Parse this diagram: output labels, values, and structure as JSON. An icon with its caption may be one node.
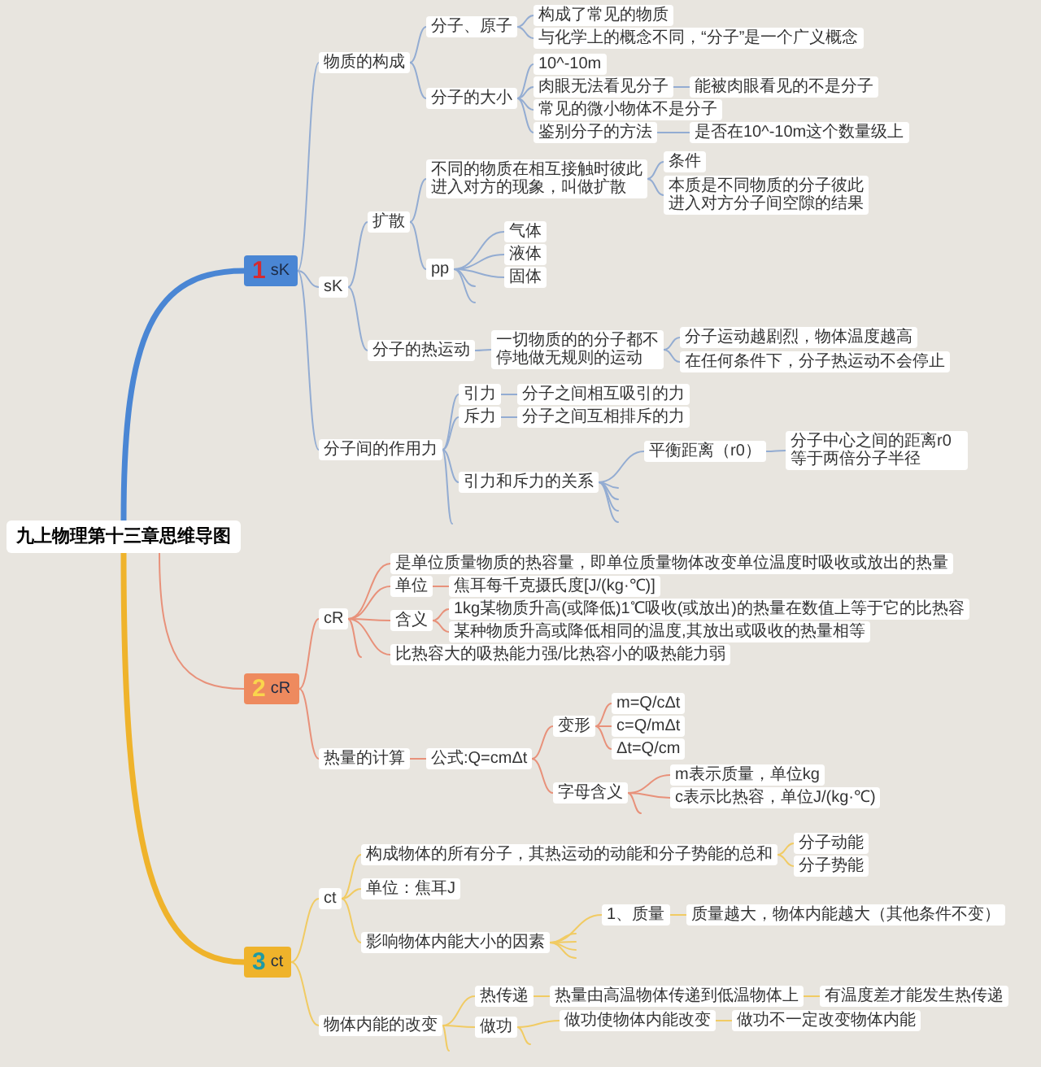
{
  "diagram": {
    "nodes": [
      {
        "text": [
          "九上物理第十三章思维导图"
        ]
      },
      {
        "text": [
          "1",
          "sK"
        ]
      },
      {
        "text": [
          "物质的构成"
        ]
      },
      {
        "text": [
          "分子、原子"
        ]
      },
      {
        "text": [
          "构成了常见的物质"
        ]
      },
      {
        "text": [
          "与化学上的概念不同，“分子”是一个广义概念"
        ]
      },
      {
        "text": [
          "分子的大小"
        ]
      },
      {
        "text": [
          "10^-10m"
        ]
      },
      {
        "text": [
          "肉眼无法看见分子"
        ]
      },
      {
        "text": [
          "能被肉眼看见的不是分子"
        ]
      },
      {
        "text": [
          "常见的微小物体不是分子"
        ]
      },
      {
        "text": [
          "鉴别分子的方法"
        ]
      },
      {
        "text": [
          "是否在10^-10m这个数量级上"
        ]
      },
      {
        "text": [
          "sK"
        ]
      },
      {
        "text": [
          "扩散"
        ]
      },
      {
        "text": [
          "不同的物质在相互接触时彼此进入对方的现象，叫做扩散"
        ]
      },
      {
        "text": [
          "条件"
        ]
      },
      {
        "text": [
          "本质是不同物质的分子彼此进入对方分子间空隙的结果"
        ]
      },
      {
        "text": [
          "pp"
        ]
      },
      {
        "text": [
          "气体"
        ]
      },
      {
        "text": [
          "液体"
        ]
      },
      {
        "text": [
          "固体"
        ]
      },
      {
        "text": [
          "分子的热运动"
        ]
      },
      {
        "text": [
          "一切物质的的分子都不停地做无规则的运动"
        ]
      },
      {
        "text": [
          "分子运动越剧烈，物体温度越高"
        ]
      },
      {
        "text": [
          "在任何条件下，分子热运动不会停止"
        ]
      },
      {
        "text": [
          "分子间的作用力"
        ]
      },
      {
        "text": [
          "引力"
        ]
      },
      {
        "text": [
          "分子之间相互吸引的力"
        ]
      },
      {
        "text": [
          "斥力"
        ]
      },
      {
        "text": [
          "分子之间互相排斥的力"
        ]
      },
      {
        "text": [
          "引力和斥力的关系"
        ]
      },
      {
        "text": [
          "平衡距离（r0）"
        ]
      },
      {
        "text": [
          "分子中心之间的距离r0等于两倍分子半径"
        ]
      },
      {
        "text": [
          "2",
          "cR"
        ]
      },
      {
        "text": [
          "cR"
        ]
      },
      {
        "text": [
          "是单位质量物质的热容量，即单位质量物体改变单位温度时吸收或放出的热量"
        ]
      },
      {
        "text": [
          "单位"
        ]
      },
      {
        "text": [
          "焦耳每千克摄氏度[J/(kg·℃)]"
        ]
      },
      {
        "text": [
          "含义"
        ]
      },
      {
        "text": [
          "1kg某物质升高(或降低)1℃吸收(或放出)的热量在数值上等于它的比热容"
        ]
      },
      {
        "text": [
          "某种物质升高或降低相同的温度,其放出或吸收的热量相等"
        ]
      },
      {
        "text": [
          "比热容大的吸热能力强/比热容小的吸热能力弱"
        ]
      },
      {
        "text": [
          "热量的计算"
        ]
      },
      {
        "text": [
          "公式:Q=cmΔt"
        ]
      },
      {
        "text": [
          "变形"
        ]
      },
      {
        "text": [
          "m=Q/cΔt"
        ]
      },
      {
        "text": [
          "c=Q/mΔt"
        ]
      },
      {
        "text": [
          "Δt=Q/cm"
        ]
      },
      {
        "text": [
          "字母含义"
        ]
      },
      {
        "text": [
          "m表示质量，单位kg"
        ]
      },
      {
        "text": [
          "c表示比热容，单位J/(kg·℃)"
        ]
      },
      {
        "text": [
          "3",
          "ct"
        ]
      },
      {
        "text": [
          "ct"
        ]
      },
      {
        "text": [
          "构成物体的所有分子，其热运动的动能和分子势能的总和"
        ]
      },
      {
        "text": [
          "分子动能"
        ]
      },
      {
        "text": [
          "分子势能"
        ]
      },
      {
        "text": [
          "单位：焦耳J"
        ]
      },
      {
        "text": [
          "影响物体内能大小的因素"
        ]
      },
      {
        "text": [
          "1、质量"
        ]
      },
      {
        "text": [
          "质量越大，物体内能越大（其他条件不变）"
        ]
      },
      {
        "text": [
          "物体内能的改变"
        ]
      },
      {
        "text": [
          "热传递"
        ]
      },
      {
        "text": [
          "热量由高温物体传递到低温物体上"
        ]
      },
      {
        "text": [
          "有温度差才能发生热传递"
        ]
      },
      {
        "text": [
          "做功"
        ]
      },
      {
        "text": [
          "做功使物体内能改变"
        ]
      },
      {
        "text": [
          "做功不一定改变物体内能"
        ]
      }
    ],
    "edges": [
      {
        "from": 0,
        "to": 1,
        "arrow": "none",
        "style": "thick",
        "color": "#4a86d4"
      },
      {
        "from": 1,
        "to": 2,
        "arrow": "none"
      },
      {
        "from": 1,
        "to": 13,
        "arrow": "none"
      },
      {
        "from": 1,
        "to": 26,
        "arrow": "none"
      },
      {
        "from": 2,
        "to": 3,
        "arrow": "none"
      },
      {
        "from": 2,
        "to": 6,
        "arrow": "none"
      },
      {
        "from": 3,
        "to": 4,
        "arrow": "none"
      },
      {
        "from": 3,
        "to": 5,
        "arrow": "none"
      },
      {
        "from": 6,
        "to": 7,
        "arrow": "none"
      },
      {
        "from": 6,
        "to": 8,
        "arrow": "none"
      },
      {
        "from": 6,
        "to": 10,
        "arrow": "none"
      },
      {
        "from": 6,
        "to": 11,
        "arrow": "none"
      },
      {
        "from": 8,
        "to": 9,
        "arrow": "none"
      },
      {
        "from": 11,
        "to": 12,
        "arrow": "none"
      },
      {
        "from": 13,
        "to": 14,
        "arrow": "none"
      },
      {
        "from": 13,
        "to": 22,
        "arrow": "none"
      },
      {
        "from": 14,
        "to": 15,
        "arrow": "none"
      },
      {
        "from": 14,
        "to": 18,
        "arrow": "none"
      },
      {
        "from": 15,
        "to": 16,
        "arrow": "none"
      },
      {
        "from": 15,
        "to": 17,
        "arrow": "none"
      },
      {
        "from": 18,
        "to": 19,
        "arrow": "none"
      },
      {
        "from": 18,
        "to": 20,
        "arrow": "none"
      },
      {
        "from": 18,
        "to": 21,
        "arrow": "none"
      },
      {
        "from": 18,
        "to": null,
        "arrow": "none"
      },
      {
        "from": 18,
        "to": null,
        "arrow": "none"
      },
      {
        "from": 22,
        "to": 23,
        "arrow": "none"
      },
      {
        "from": 23,
        "to": 24,
        "arrow": "none"
      },
      {
        "from": 23,
        "to": 25,
        "arrow": "none"
      },
      {
        "from": 26,
        "to": 27,
        "arrow": "none"
      },
      {
        "from": 26,
        "to": 29,
        "arrow": "none"
      },
      {
        "from": 26,
        "to": 31,
        "arrow": "none"
      },
      {
        "from": 26,
        "to": null,
        "arrow": "none"
      },
      {
        "from": 27,
        "to": 28,
        "arrow": "none"
      },
      {
        "from": 29,
        "to": 30,
        "arrow": "none"
      },
      {
        "from": 31,
        "to": 32,
        "arrow": "none"
      },
      {
        "from": 31,
        "to": null,
        "arrow": "none"
      },
      {
        "from": 31,
        "to": null,
        "arrow": "none"
      },
      {
        "from": 31,
        "to": null,
        "arrow": "none"
      },
      {
        "from": 31,
        "to": null,
        "arrow": "none"
      },
      {
        "from": 32,
        "to": 33,
        "arrow": "none"
      },
      {
        "from": 0,
        "to": 34,
        "arrow": "none",
        "color": "#e8917a"
      },
      {
        "from": 34,
        "to": 35,
        "arrow": "none",
        "color": "#e8917a"
      },
      {
        "from": 34,
        "to": 43,
        "arrow": "none",
        "color": "#e8917a"
      },
      {
        "from": 35,
        "to": 36,
        "arrow": "none",
        "color": "#e8917a"
      },
      {
        "from": 35,
        "to": 37,
        "arrow": "none",
        "color": "#e8917a"
      },
      {
        "from": 35,
        "to": 39,
        "arrow": "none",
        "color": "#e8917a"
      },
      {
        "from": 35,
        "to": 42,
        "arrow": "none",
        "color": "#e8917a"
      },
      {
        "from": 35,
        "to": null,
        "arrow": "none",
        "color": "#e8917a"
      },
      {
        "from": 37,
        "to": 38,
        "arrow": "none",
        "color": "#e8917a"
      },
      {
        "from": 39,
        "to": 40,
        "arrow": "none",
        "color": "#e8917a"
      },
      {
        "from": 39,
        "to": 41,
        "arrow": "none",
        "color": "#e8917a"
      },
      {
        "from": 43,
        "to": 44,
        "arrow": "none",
        "color": "#e8917a"
      },
      {
        "from": 44,
        "to": 45,
        "arrow": "none",
        "color": "#e8917a"
      },
      {
        "from": 44,
        "to": 49,
        "arrow": "none",
        "color": "#e8917a"
      },
      {
        "from": 45,
        "to": 46,
        "arrow": "none",
        "color": "#e8917a"
      },
      {
        "from": 45,
        "to": 47,
        "arrow": "none",
        "color": "#e8917a"
      },
      {
        "from": 45,
        "to": 48,
        "arrow": "none",
        "color": "#e8917a"
      },
      {
        "from": 49,
        "to": 50,
        "arrow": "none",
        "color": "#e8917a"
      },
      {
        "from": 49,
        "to": 51,
        "arrow": "none",
        "color": "#e8917a"
      },
      {
        "from": 49,
        "to": null,
        "arrow": "none",
        "color": "#e8917a"
      },
      {
        "from": 0,
        "to": 52,
        "arrow": "none",
        "style": "thick",
        "color": "#efb32b"
      },
      {
        "from": 52,
        "to": 53,
        "arrow": "none",
        "color": "#f1cb63"
      },
      {
        "from": 52,
        "to": 61,
        "arrow": "none",
        "color": "#f1cb63"
      },
      {
        "from": 53,
        "to": 54,
        "arrow": "none",
        "color": "#f1cb63"
      },
      {
        "from": 53,
        "to": 57,
        "arrow": "none",
        "color": "#f1cb63"
      },
      {
        "from": 53,
        "to": 58,
        "arrow": "none",
        "color": "#f1cb63"
      },
      {
        "from": 54,
        "to": 55,
        "arrow": "none",
        "color": "#f1cb63"
      },
      {
        "from": 54,
        "to": 56,
        "arrow": "none",
        "color": "#f1cb63"
      },
      {
        "from": 58,
        "to": 59,
        "arrow": "none",
        "color": "#f1cb63"
      },
      {
        "from": 58,
        "to": null,
        "arrow": "none",
        "color": "#f1cb63"
      },
      {
        "from": 58,
        "to": null,
        "arrow": "none",
        "color": "#f1cb63"
      },
      {
        "from": 58,
        "to": null,
        "arrow": "none",
        "color": "#f1cb63"
      },
      {
        "from": 58,
        "to": null,
        "arrow": "none",
        "color": "#f1cb63"
      },
      {
        "from": 59,
        "to": 60,
        "arrow": "none",
        "color": "#f1cb63"
      },
      {
        "from": 61,
        "to": 62,
        "arrow": "none",
        "color": "#f1cb63"
      },
      {
        "from": 61,
        "to": 65,
        "arrow": "none",
        "color": "#f1cb63"
      },
      {
        "from": 61,
        "to": null,
        "arrow": "none",
        "color": "#f1cb63"
      },
      {
        "from": 62,
        "to": 63,
        "arrow": "none",
        "color": "#f1cb63"
      },
      {
        "from": 63,
        "to": 64,
        "arrow": "none",
        "color": "#f1cb63"
      },
      {
        "from": 65,
        "to": 66,
        "arrow": "none",
        "color": "#f1cb63"
      },
      {
        "from": 65,
        "to": null,
        "arrow": "none",
        "color": "#f1cb63"
      },
      {
        "from": 66,
        "to": 67,
        "arrow": "none",
        "color": "#f1cb63"
      }
    ]
  }
}
